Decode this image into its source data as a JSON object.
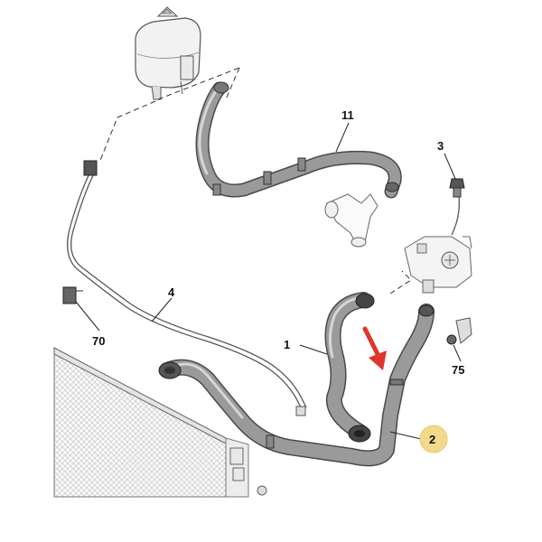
{
  "callouts": {
    "part_1": "1",
    "part_2": "2",
    "part_3": "3",
    "part_4": "4",
    "part_11": "11",
    "part_70": "70",
    "part_75": "75"
  },
  "colors": {
    "highlight_badge": "#f3d98c",
    "arrow": "#e0342c",
    "hose_fill": "#9a9a9a",
    "hose_outline": "#4a4a4a",
    "radiator_grid": "#cfcfcf"
  },
  "icons": {
    "direction_arrow": "red-arrow-icon"
  }
}
